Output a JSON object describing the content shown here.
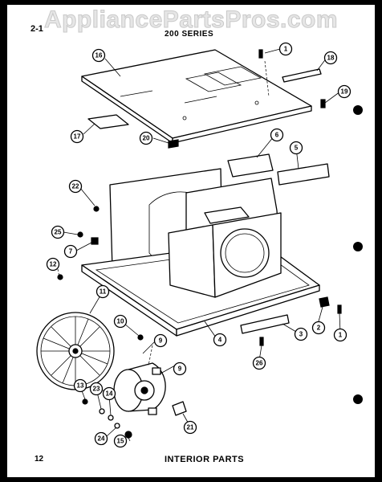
{
  "watermark": "AppliancePartsPros.com",
  "header": {
    "page_label": "2-1",
    "series": "200 SERIES"
  },
  "footer": {
    "page_number": "12",
    "title": "INTERIOR PARTS"
  },
  "callouts": [
    {
      "id": "c16",
      "label": "16"
    },
    {
      "id": "c1a",
      "label": "1"
    },
    {
      "id": "c18",
      "label": "18"
    },
    {
      "id": "c19",
      "label": "19"
    },
    {
      "id": "c17",
      "label": "17"
    },
    {
      "id": "c20",
      "label": "20"
    },
    {
      "id": "c6",
      "label": "6"
    },
    {
      "id": "c5",
      "label": "5"
    },
    {
      "id": "c22",
      "label": "22"
    },
    {
      "id": "c25",
      "label": "25"
    },
    {
      "id": "c7",
      "label": "7"
    },
    {
      "id": "c12",
      "label": "12"
    },
    {
      "id": "c11",
      "label": "11"
    },
    {
      "id": "c10",
      "label": "10"
    },
    {
      "id": "c9a",
      "label": "9"
    },
    {
      "id": "c9b",
      "label": "9"
    },
    {
      "id": "c4",
      "label": "4"
    },
    {
      "id": "c3",
      "label": "3"
    },
    {
      "id": "c2",
      "label": "2"
    },
    {
      "id": "c1b",
      "label": "1"
    },
    {
      "id": "c26",
      "label": "26"
    },
    {
      "id": "c13",
      "label": "13"
    },
    {
      "id": "c23",
      "label": "23"
    },
    {
      "id": "c14",
      "label": "14"
    },
    {
      "id": "c24",
      "label": "24"
    },
    {
      "id": "c15",
      "label": "15"
    },
    {
      "id": "c21",
      "label": "21"
    }
  ]
}
